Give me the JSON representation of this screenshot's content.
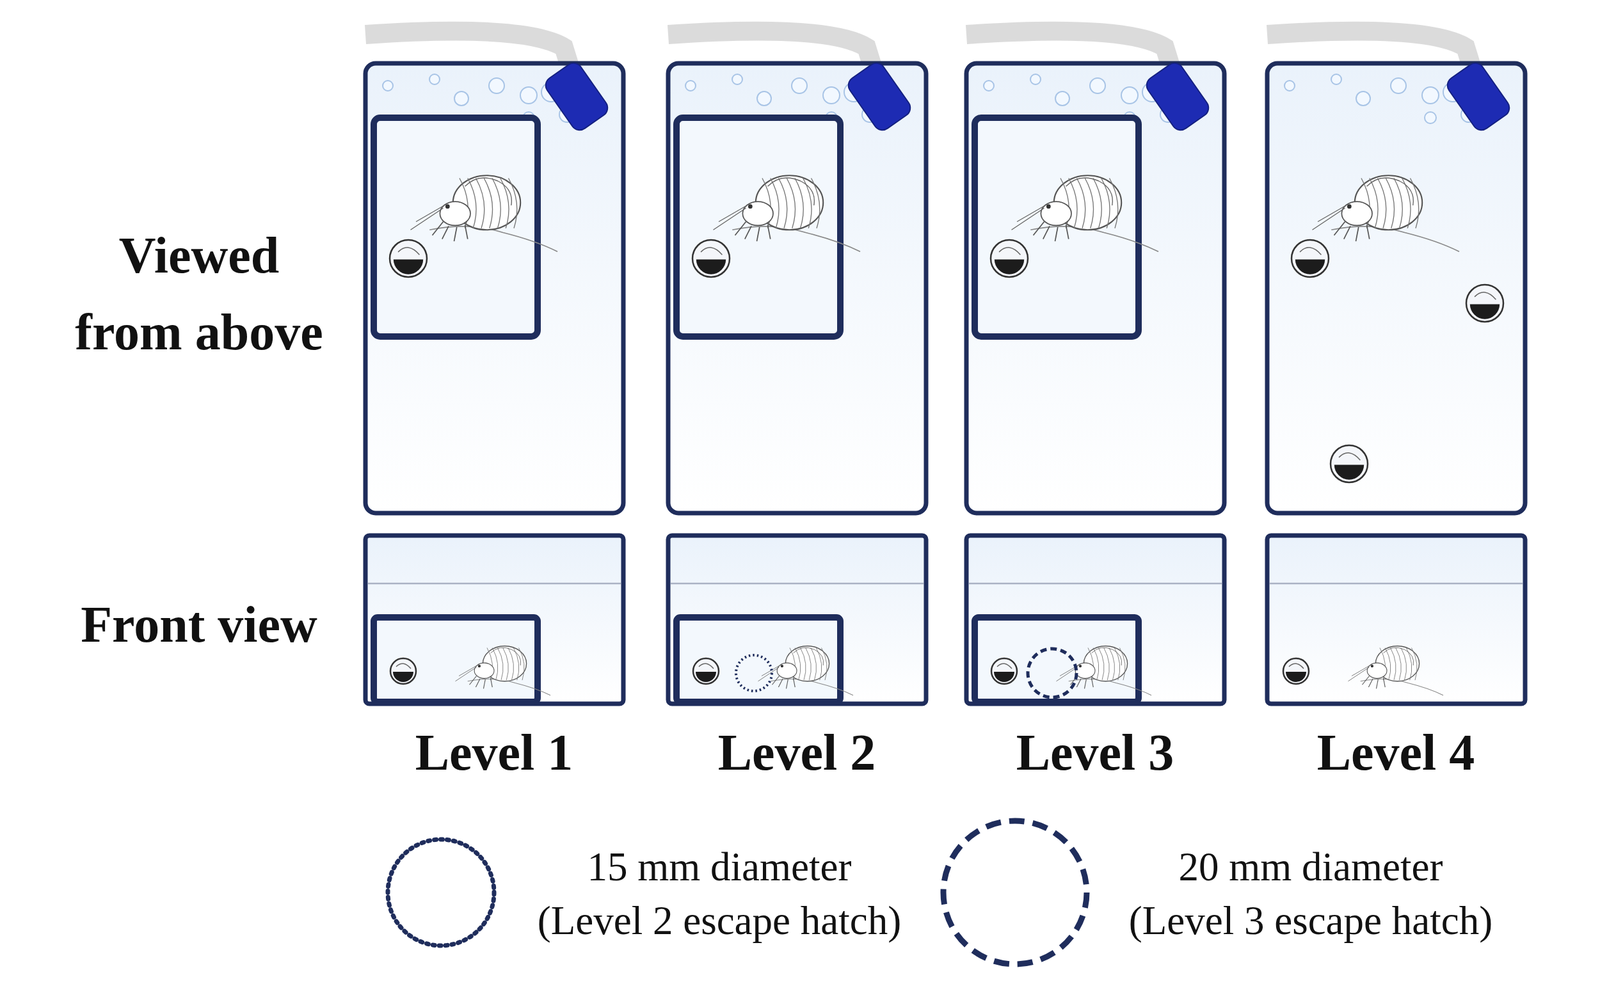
{
  "diagram": {
    "labels": [
      "Viewed from above",
      "Front view",
      "Level 1",
      "Level 2",
      "Level 3",
      "Level 4"
    ],
    "legend": [
      {
        "text": "15 mm diameter (Level 2 escape hatch)"
      },
      {
        "text": "20 mm diameter (Level 3 escape hatch)"
      }
    ]
  }
}
